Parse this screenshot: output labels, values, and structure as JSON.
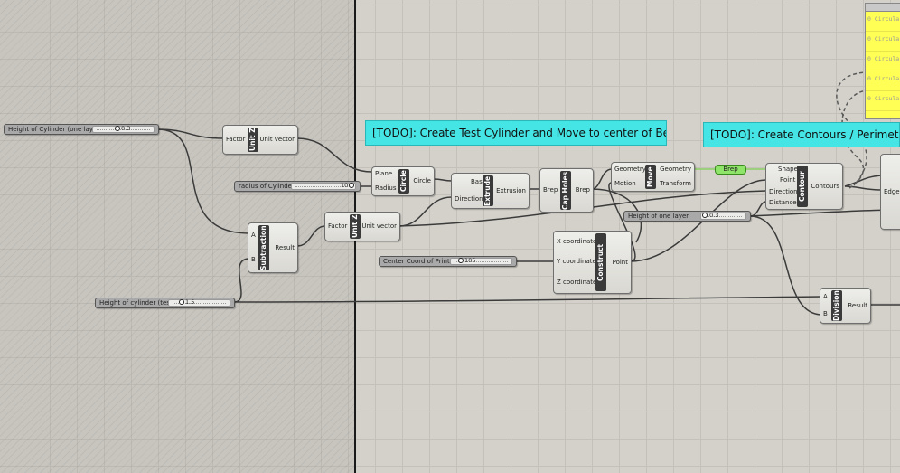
{
  "groups": {
    "test_cylinder": "[TODO]: Create Test Cylinder and Move to center of Bed",
    "contours": "[TODO]: Create Contours / Perimeters"
  },
  "sliders": {
    "height_layer": {
      "label": "Height of Cylinder (one layer)",
      "value": "0.3"
    },
    "radius": {
      "label": "radius of Cylinder",
      "value": "10"
    },
    "height_test": {
      "label": "Height of cylinder (test)",
      "value": "1.5"
    },
    "center": {
      "label": "Center Coord of Printer",
      "value": "105"
    },
    "one_layer": {
      "label": "Height of one layer",
      "value": "0.3"
    }
  },
  "components": {
    "unitz1": {
      "nick": "Unit Z",
      "in": [
        "Factor"
      ],
      "out": [
        "Unit vector"
      ]
    },
    "unitz2": {
      "nick": "Unit Z",
      "in": [
        "Factor"
      ],
      "out": [
        "Unit vector"
      ]
    },
    "subtraction": {
      "nick": "Subtraction",
      "in": [
        "A",
        "B"
      ],
      "out": [
        "Result"
      ]
    },
    "circle": {
      "nick": "Circle",
      "in": [
        "Plane",
        "Radius"
      ],
      "out": [
        "Circle"
      ]
    },
    "extrude": {
      "nick": "Extrude",
      "in": [
        "Base",
        "Direction"
      ],
      "out": [
        "Extrusion"
      ]
    },
    "capholes": {
      "nick": "Cap Holes",
      "in": [
        "Brep"
      ],
      "out": [
        "Brep"
      ]
    },
    "move": {
      "nick": "Move",
      "in": [
        "Geometry",
        "Motion"
      ],
      "out": [
        "Geometry",
        "Transform"
      ]
    },
    "construct": {
      "nick": "Construct Point",
      "in": [
        "X coordinate",
        "Y coordinate",
        "Z coordinate"
      ],
      "out": [
        "Point"
      ]
    },
    "contour": {
      "nick": "Contour",
      "in": [
        "Shape",
        "Point",
        "Direction",
        "Distance"
      ],
      "out": [
        "Contours"
      ]
    },
    "division": {
      "nick": "Division",
      "in": [
        "A",
        "B"
      ],
      "out": [
        "Result"
      ]
    },
    "edges": {
      "in": [
        "Edges"
      ]
    }
  },
  "brep_param": "Brep",
  "panel_rows": [
    "0 Circula",
    "0 Circula",
    "0 Circula",
    "0 Circula",
    "0 Circula"
  ],
  "colors": {
    "group": "#45e5e5",
    "panel": "#ffff55",
    "param": "#8fe46a",
    "wire": "#3b3b3b"
  }
}
